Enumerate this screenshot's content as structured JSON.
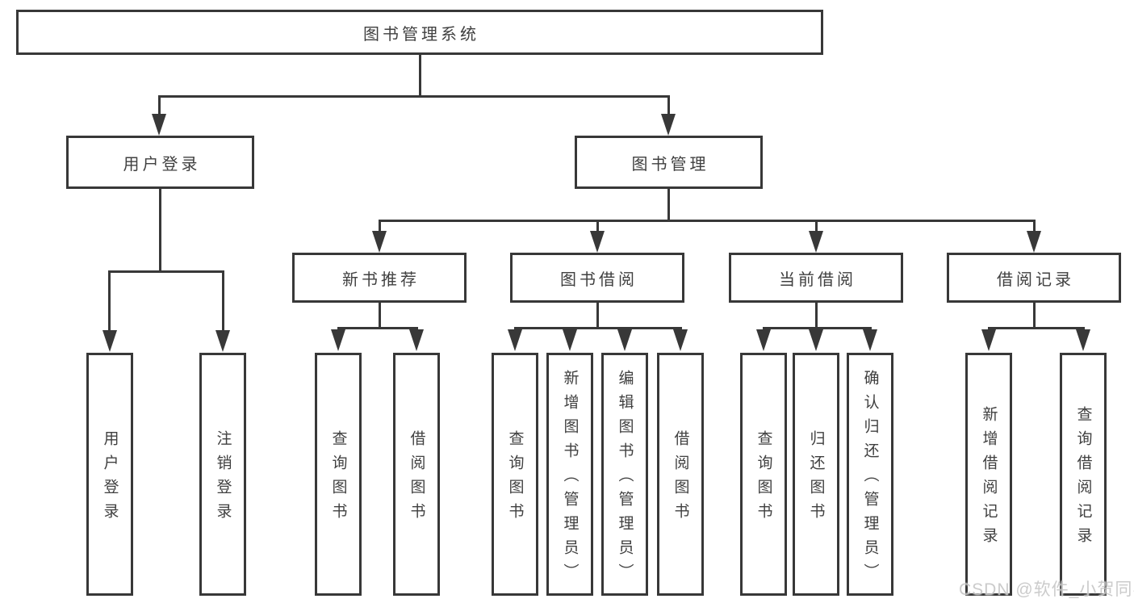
{
  "nodes": {
    "root": "图书管理系统",
    "login": "用户登录",
    "mgmt": "图书管理",
    "rec": "新书推荐",
    "borrow": "图书借阅",
    "current": "当前借阅",
    "records": "借阅记录"
  },
  "leaves": {
    "login": [
      "用户登录",
      "注销登录"
    ],
    "rec": [
      "查询图书",
      "借阅图书"
    ],
    "borrow": [
      "查询图书",
      "新增图书（管理员）",
      "编辑图书（管理员）",
      "借阅图书"
    ],
    "current": [
      "查询图书",
      "归还图书",
      "确认归还（管理员）"
    ],
    "records": [
      "新增借阅记录",
      "查询借阅记录"
    ]
  },
  "watermark": {
    "text": "CSDN @软件_小贺同学"
  },
  "colors": {
    "line": "#383838",
    "text": "#404040",
    "background": "#ffffff",
    "watermark": "#c7c7c7"
  }
}
